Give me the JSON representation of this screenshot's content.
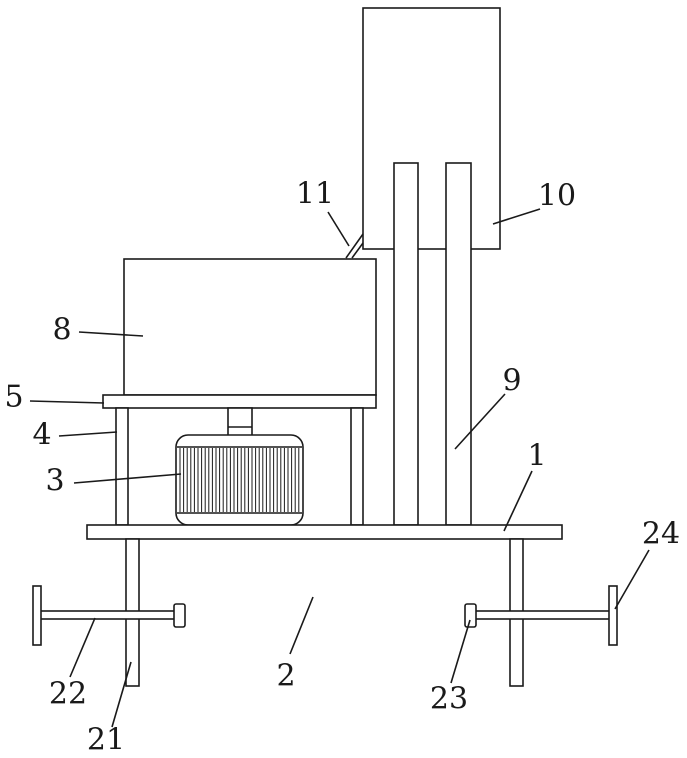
{
  "callouts": [
    "11",
    "10",
    "8",
    "5",
    "4",
    "3",
    "9",
    "1",
    "24",
    "2",
    "22",
    "23",
    "21"
  ]
}
